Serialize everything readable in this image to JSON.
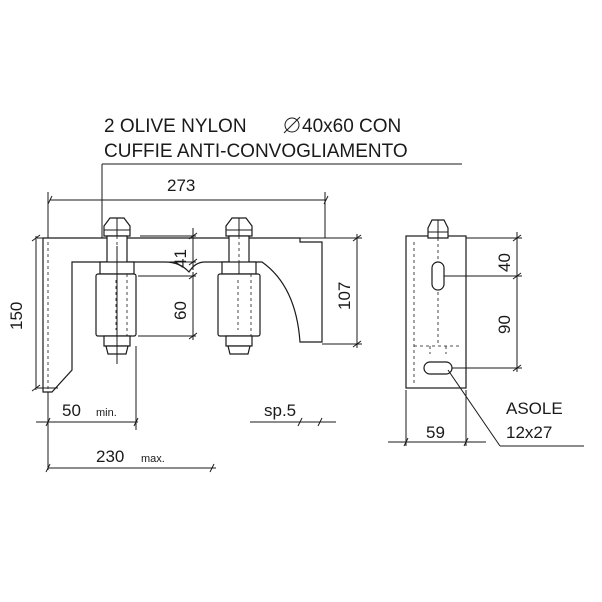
{
  "callout": {
    "line1": "2 OLIVE NYLON",
    "line1_suffix": "40x60 CON",
    "line2": "CUFFIE ANTI-CONVOGLIAMENTO"
  },
  "dimensions": {
    "width_top": "273",
    "height_total": "150",
    "gap_41": "41",
    "height_60": "60",
    "height_107": "107",
    "min_50": "50",
    "min_label": "min.",
    "thickness": "sp.5",
    "max_230": "230",
    "max_label": "max.",
    "side_40": "40",
    "side_90": "90",
    "side_59": "59"
  },
  "slots": {
    "line1": "ASOLE",
    "line2": "12x27"
  },
  "icons": {
    "diameter": "diameter-symbol-icon"
  }
}
